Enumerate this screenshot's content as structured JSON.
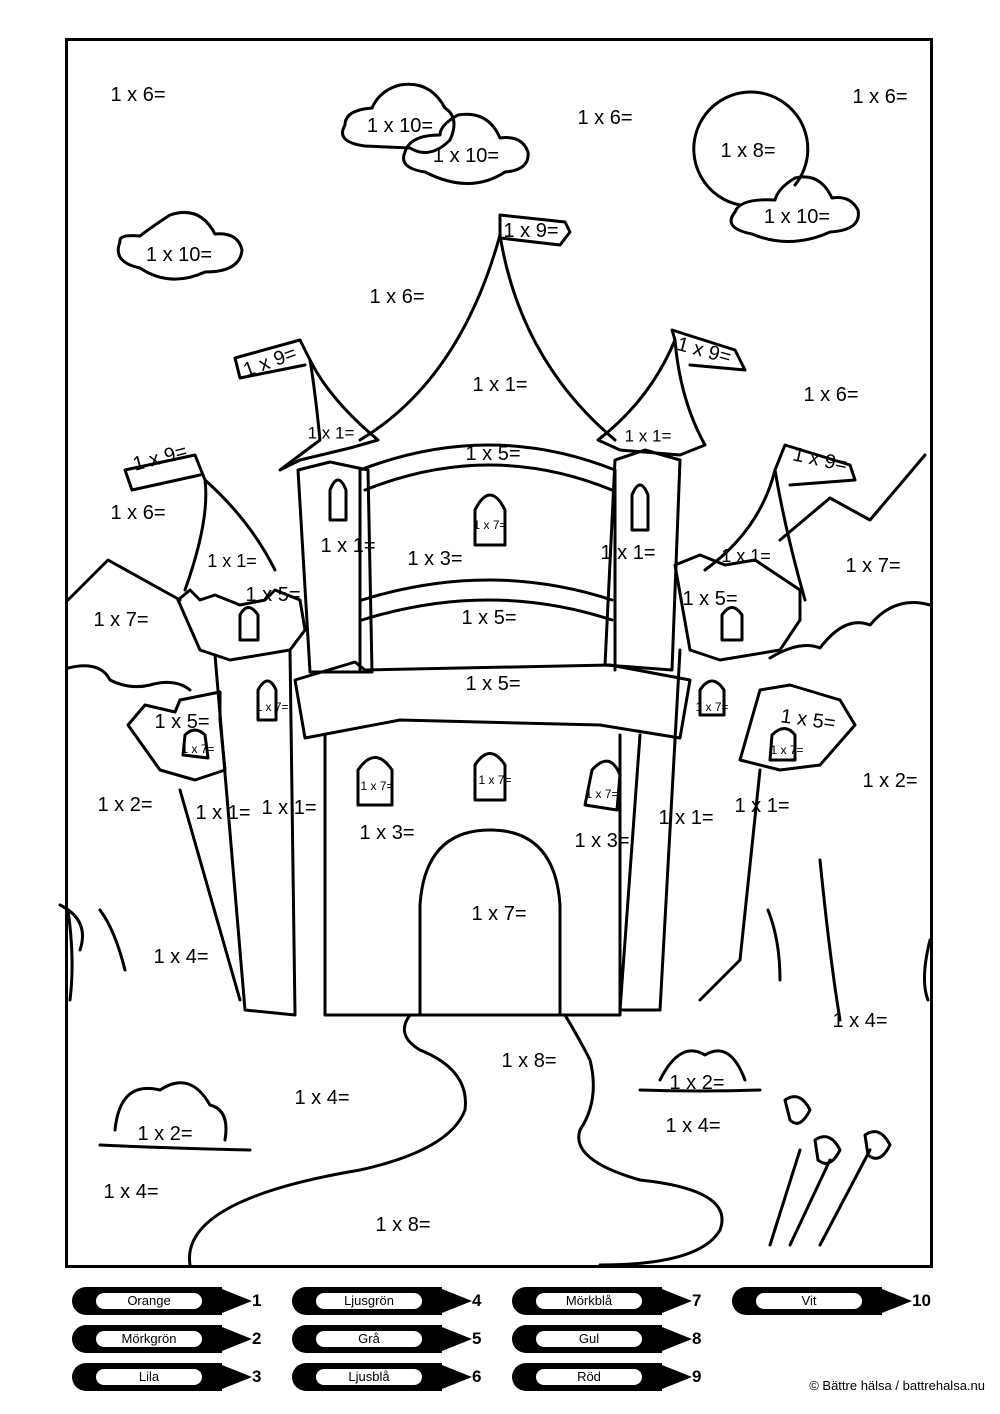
{
  "labels": [
    {
      "id": "l1",
      "text": "1 x 6="
    },
    {
      "id": "l2",
      "text": "1 x 10="
    },
    {
      "id": "l3",
      "text": "1 x 10="
    },
    {
      "id": "l4",
      "text": "1 x 6="
    },
    {
      "id": "l5",
      "text": "1 x 8="
    },
    {
      "id": "l6",
      "text": "1 x 6="
    },
    {
      "id": "l7",
      "text": "1 x 10="
    },
    {
      "id": "l8",
      "text": "1 x 10="
    },
    {
      "id": "l9",
      "text": "1 x 9="
    },
    {
      "id": "l10",
      "text": "1 x 6="
    },
    {
      "id": "l11",
      "text": "1 x 9="
    },
    {
      "id": "l12",
      "text": "1 x 9="
    },
    {
      "id": "l13",
      "text": "1 x 1="
    },
    {
      "id": "l14",
      "text": "1 x 6="
    },
    {
      "id": "l15",
      "text": "1 x 9="
    },
    {
      "id": "l16",
      "text": "1 x 9="
    },
    {
      "id": "l17",
      "text": "1 x 1="
    },
    {
      "id": "l18",
      "text": "1 x 1="
    },
    {
      "id": "l19",
      "text": "1 x 5="
    },
    {
      "id": "l20",
      "text": "1 x 6="
    },
    {
      "id": "l21",
      "text": "1 x 7="
    },
    {
      "id": "l22",
      "text": "1 x 1="
    },
    {
      "id": "l23",
      "text": "1 x 3="
    },
    {
      "id": "l24",
      "text": "1 x 1="
    },
    {
      "id": "l25",
      "text": "1 x 1="
    },
    {
      "id": "l26",
      "text": "1 x 1="
    },
    {
      "id": "l27",
      "text": "1 x 7="
    },
    {
      "id": "l28",
      "text": "1 x 7="
    },
    {
      "id": "l29",
      "text": "1 x 5="
    },
    {
      "id": "l30",
      "text": "1 x 5="
    },
    {
      "id": "l31",
      "text": "1 x 5="
    },
    {
      "id": "l32",
      "text": "1 x 5="
    },
    {
      "id": "l33",
      "text": "1 x 7="
    },
    {
      "id": "l34",
      "text": "1 x 7="
    },
    {
      "id": "l35",
      "text": "1 x 5="
    },
    {
      "id": "l36",
      "text": "1 x 5="
    },
    {
      "id": "l37",
      "text": "1 x 7="
    },
    {
      "id": "l38",
      "text": "1 x 7="
    },
    {
      "id": "l39",
      "text": "1 x 7="
    },
    {
      "id": "l40",
      "text": "1 x 7="
    },
    {
      "id": "l41",
      "text": "1 x 7="
    },
    {
      "id": "l42",
      "text": "1 x 2="
    },
    {
      "id": "l43",
      "text": "1 x 2="
    },
    {
      "id": "l44",
      "text": "1 x 1="
    },
    {
      "id": "l45",
      "text": "1 x 1="
    },
    {
      "id": "l46",
      "text": "1 x 1="
    },
    {
      "id": "l47",
      "text": "1 x 1="
    },
    {
      "id": "l48",
      "text": "1 x 3="
    },
    {
      "id": "l49",
      "text": "1 x 3="
    },
    {
      "id": "l50",
      "text": "1 x 7="
    },
    {
      "id": "l51",
      "text": "1 x 4="
    },
    {
      "id": "l52",
      "text": "1 x 4="
    },
    {
      "id": "l53",
      "text": "1 x 8="
    },
    {
      "id": "l54",
      "text": "1 x 2="
    },
    {
      "id": "l55",
      "text": "1 x 4="
    },
    {
      "id": "l56",
      "text": "1 x 4="
    },
    {
      "id": "l57",
      "text": "1 x 2="
    },
    {
      "id": "l58",
      "text": "1 x 4="
    },
    {
      "id": "l59",
      "text": "1 x 8="
    }
  ],
  "legend": [
    {
      "color": "Orange",
      "number": "1"
    },
    {
      "color": "Mörkgrön",
      "number": "2"
    },
    {
      "color": "Lila",
      "number": "3"
    },
    {
      "color": "Ljusgrön",
      "number": "4"
    },
    {
      "color": "Grå",
      "number": "5"
    },
    {
      "color": "Ljusblå",
      "number": "6"
    },
    {
      "color": "Mörkblå",
      "number": "7"
    },
    {
      "color": "Gul",
      "number": "8"
    },
    {
      "color": "Röd",
      "number": "9"
    },
    {
      "color": "Vit",
      "number": "10"
    }
  ],
  "credit": "© Bättre hälsa / battrehalsa.nu"
}
